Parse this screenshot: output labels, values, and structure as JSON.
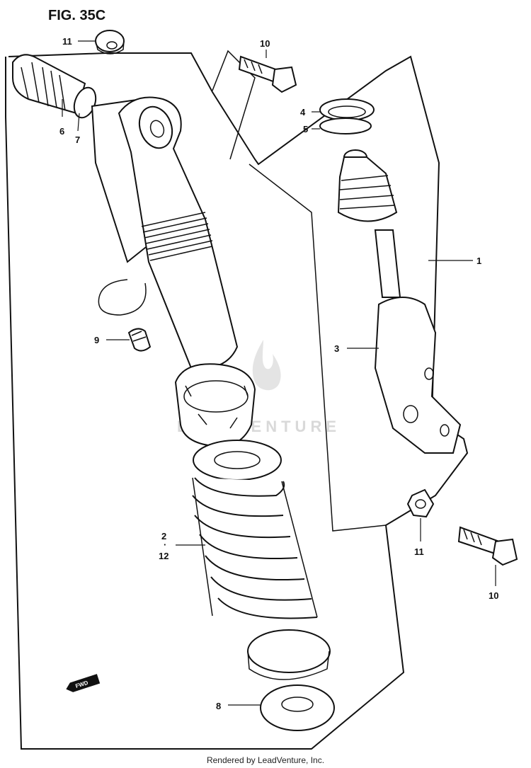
{
  "figure": {
    "title": "FIG. 35C"
  },
  "callouts": [
    {
      "id": "callout-1",
      "label": "1"
    },
    {
      "id": "callout-2-12",
      "label": "2",
      "sub": "12"
    },
    {
      "id": "callout-3",
      "label": "3"
    },
    {
      "id": "callout-4",
      "label": "4"
    },
    {
      "id": "callout-5",
      "label": "5"
    },
    {
      "id": "callout-6",
      "label": "6"
    },
    {
      "id": "callout-7",
      "label": "7"
    },
    {
      "id": "callout-8",
      "label": "8"
    },
    {
      "id": "callout-9",
      "label": "9"
    },
    {
      "id": "callout-10-top",
      "label": "10"
    },
    {
      "id": "callout-10-bottom",
      "label": "10"
    },
    {
      "id": "callout-11-top",
      "label": "11"
    },
    {
      "id": "callout-11-bottom",
      "label": "11"
    }
  ],
  "fwd_arrow": {
    "label": "FWD"
  },
  "watermark": {
    "text": "LEADVENTURE"
  },
  "footer": {
    "text": "Rendered by LeadVenture, Inc."
  }
}
